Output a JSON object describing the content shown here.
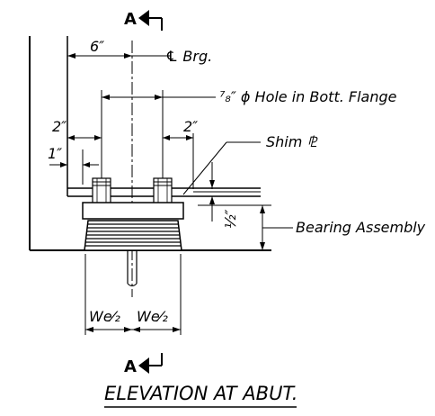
{
  "section_marker": "A",
  "labels": {
    "dim_6in": "6″",
    "centerline_bearing": "℄ Brg.",
    "hole_note": "⁷₈″ ϕ Hole in Bott. Flange",
    "dim_2in_left": "2″",
    "dim_2in_right": "2″",
    "shim_plate": "Shim ⅊",
    "dim_1in": "1″",
    "dim_half_in": "½″",
    "bearing_assembly": "Bearing Assembly",
    "we_left": "We⁄₂",
    "we_right": "We⁄₂"
  },
  "title": "ELEVATION AT ABUT."
}
